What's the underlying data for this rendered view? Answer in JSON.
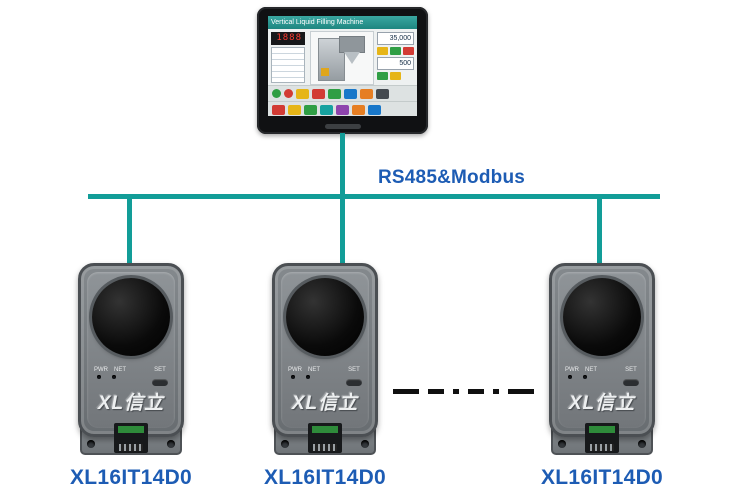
{
  "bus": {
    "label": "RS485&Modbus"
  },
  "hmi": {
    "screen": {
      "title": "Vertical Liquid Filling Machine",
      "display_value": "1888",
      "value1": "35,000",
      "value2": "500"
    }
  },
  "devices": [
    {
      "model": "XL16IT14D0",
      "brand": "XL信立",
      "led1": "PWR",
      "led2": "NET",
      "set_button": "SET"
    },
    {
      "model": "XL16IT14D0",
      "brand": "XL信立",
      "led1": "PWR",
      "led2": "NET",
      "set_button": "SET"
    },
    {
      "model": "XL16IT14D0",
      "brand": "XL信立",
      "led1": "PWR",
      "led2": "NET",
      "set_button": "SET"
    }
  ],
  "colors": {
    "bus_line": "#129d98",
    "label_blue": "#1d5cb4",
    "device_gray": "#7b8084",
    "screen_header_teal": "#2a9a94"
  }
}
